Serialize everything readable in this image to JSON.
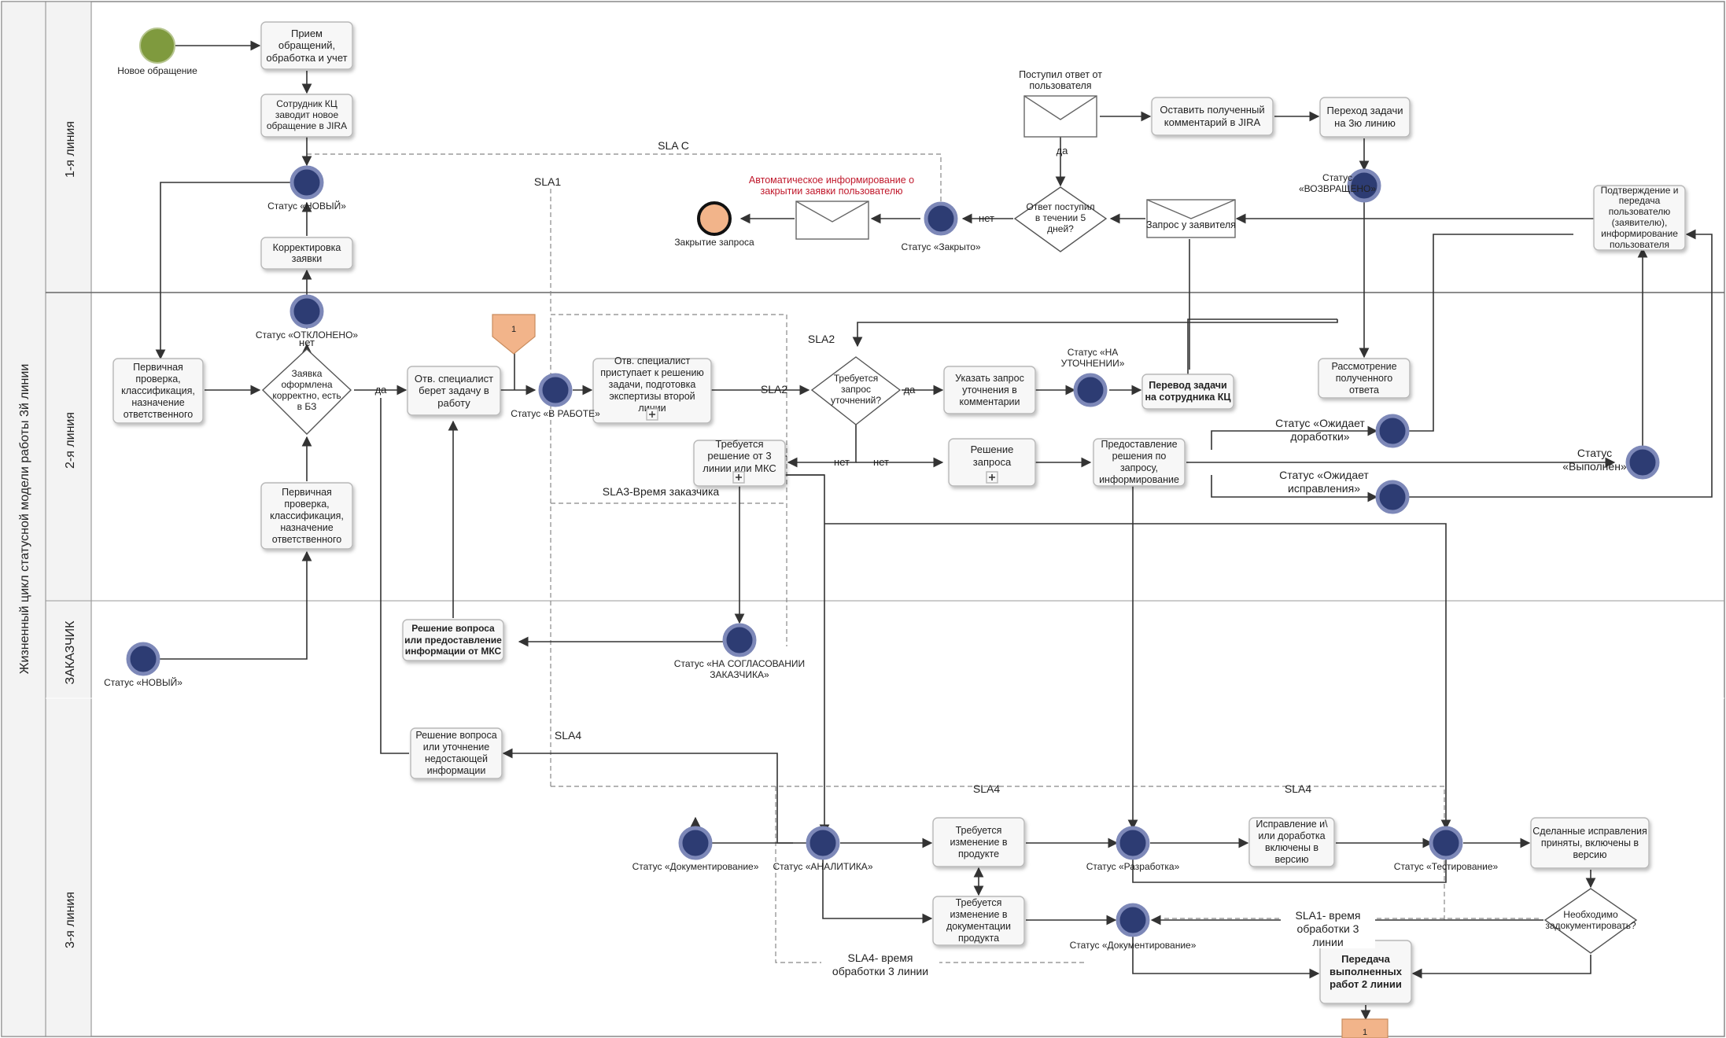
{
  "pool": {
    "title": "Жизненный цикл статусной модели работы 3й линии",
    "lanes": [
      "1-я линия",
      "2-я линия",
      "ЗАКАЗЧИК",
      "3-я линия"
    ]
  },
  "tasks": {
    "t_intake": "Прием обращений, обработка и учет",
    "t_kc_new": "Сотрудник КЦ заводит новое обращение в JIRA",
    "t_correct": "Корректировка заявки",
    "t_leave_comment": "Оставить полученный комментарий в JIRA",
    "t_transfer3": "Переход задачи на 3ю линию",
    "t_primary2": "Первичная проверка, классификация, назначение ответственного",
    "t_spec_take": "Отв. специалист берет задачу в работу",
    "t_spec_solve": "Отв. специалист приступает к решению задачи, подготовка экспертизы второй линии",
    "t_clarify": "Указать запрос уточнения в комментарии",
    "t_transfer_kc": "Перевод задачи на сотрудника КЦ",
    "t_review": "Рассмотрение полученного ответа",
    "t_need3": "Требуется решение от 3 линии или МКС",
    "t_solve": "Решение запроса",
    "t_provide": "Предоставление решения по запросу, информирование",
    "t_primary2b": "Первичная проверка, классификация, назначение ответственного",
    "t_confirm": "Подтверждение и передача пользователю (заявителю), информирование пользователя",
    "t_mks": "Решение вопроса или предоставление информации от МКС",
    "t_sol3": "Решение вопроса или уточнение недостающей информации",
    "t_need_prod": "Требуется изменение в продукте",
    "t_need_doc": "Требуется изменение в документации продукта",
    "t_fix": "Исправление и\\ или доработка включены в версию",
    "t_done_fix": "Сделанные исправления приняты, включены в версию",
    "t_pass2": "Передача выполненных работ 2 линии"
  },
  "events": {
    "e_new_request": "Новое обращение",
    "e_closed_request": "Закрытие запроса",
    "e_new": "Статус «НОВЫЙ»",
    "e_rejected": "Статус «ОТКЛОНЕНО»",
    "e_inwork": "Статус «В РАБОТЕ»",
    "e_clarify": "Статус «НА УТОЧНЕНИИ»",
    "e_returned": "Статус «ВОЗВРАЩЕНО»",
    "e_closed": "Статус «Закрыто»",
    "e_wait_dev": "Статус «Ожидает доработки»",
    "e_done": "Статус «Выполнен»",
    "e_wait_fix": "Статус «Ожидает исправления»",
    "e_customer_new": "Статус «НОВЫЙ»",
    "e_approval": "Статус «НА СОГЛАСОВАНИИ ЗАКАЗЧИКА»",
    "e_docs": "Статус «Документирование»",
    "e_analytics": "Статус «АНАЛИТИКА»",
    "e_dev": "Статус «Разработка»",
    "e_test": "Статус «Тестирование»",
    "e_docum": "Статус «Документирование»"
  },
  "gateways": {
    "g_correct": "Заявка оформлена корректно, есть в БЗ",
    "g_clarify": "Требуется запрос уточнений?",
    "g_answer5": "Ответ поступил в течении 5 дней?",
    "g_need_doc": "Необходимо задокументировать?"
  },
  "messages": {
    "m_reply": "Поступил ответ от пользователя",
    "m_request_user": "Запрос у заявителя",
    "m_auto_notify": "Автоматическое информирование о закрытии заявки пользователю"
  },
  "markers": {
    "offpage_top": "1",
    "offpage_bottom": "1"
  },
  "labels": {
    "yes": "да",
    "no": "нет",
    "sla_c": "SLA C",
    "sla1": "SLA1",
    "sla2": "SLA2",
    "sla2b": "SLA2",
    "sla3": "SLA3-Время заказчика",
    "sla4a": "SLA4",
    "sla4b": "SLA4",
    "sla4c": "SLA4",
    "sla4_time": "SLA4- время обработки 3 линии",
    "sla1_time": "SLA1- время обработки 3 линии"
  },
  "colors": {
    "event_fill": "#2d3c73",
    "start_event": "#7f9a3e",
    "end_event": "#f2b48a",
    "offpage": "#f2b48a",
    "red_text": "#c0182b"
  }
}
